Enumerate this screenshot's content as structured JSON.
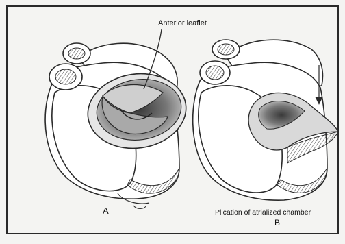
{
  "labels": {
    "anterior_leaflet": "Anterior leaflet",
    "panel_a": "A",
    "plication": "Plication of atrialized chamber",
    "panel_b": "B"
  },
  "colors": {
    "background": "#f4f4f2",
    "line": "#2a2a2a",
    "shading": "#8a8a8a",
    "heart_fill": "#ffffff"
  }
}
